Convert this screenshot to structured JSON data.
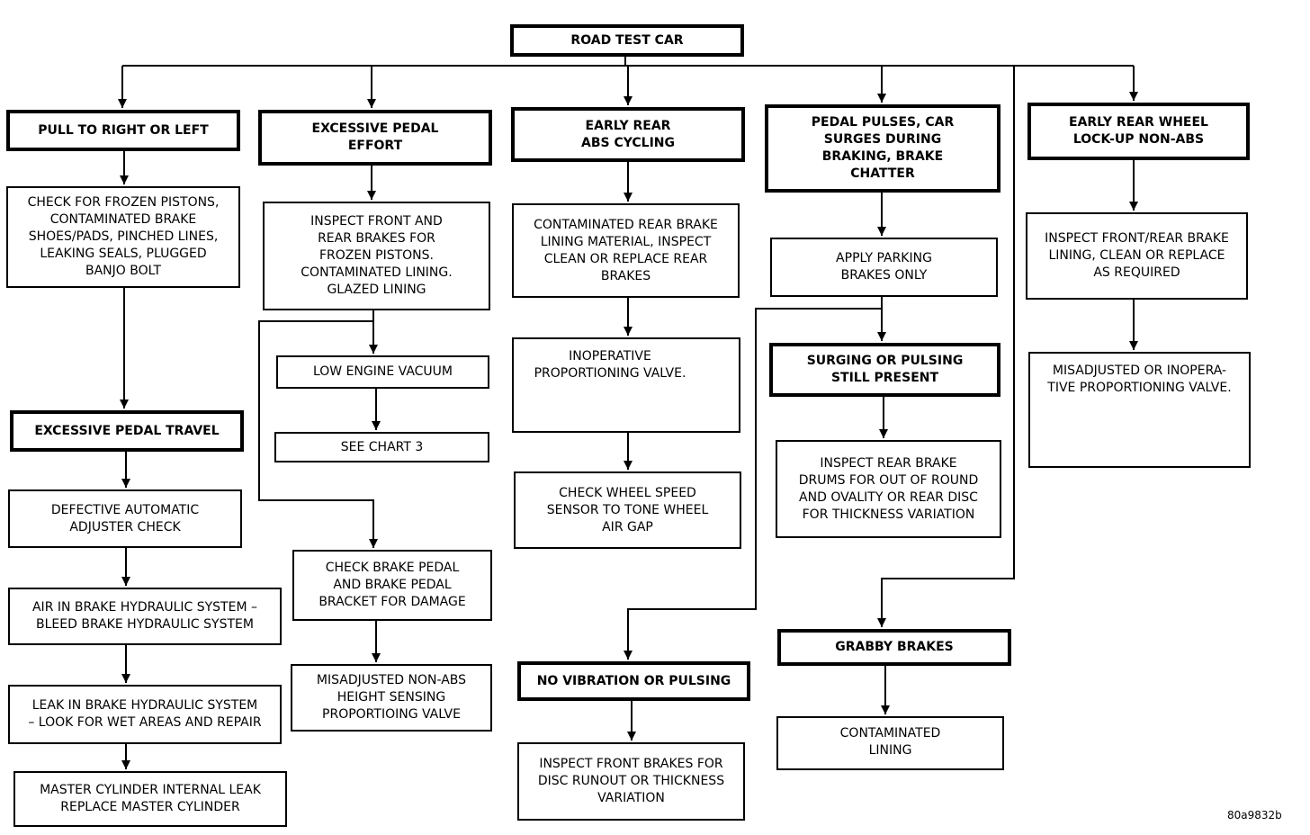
{
  "nodes": {
    "road_test_car": "ROAD TEST CAR",
    "pull_to_right_or_left": "PULL TO RIGHT OR LEFT",
    "excessive_pedal_effort": "EXCESSIVE PEDAL\nEFFORT",
    "early_rear_abs_cycling": "EARLY REAR\nABS CYCLING",
    "pedal_pulses": "PEDAL PULSES, CAR\nSURGES DURING\nBRAKING, BRAKE\nCHATTER",
    "early_rear_wheel_lockup": "EARLY REAR WHEEL\nLOCK-UP NON-ABS",
    "check_frozen_pistons": "CHECK FOR FROZEN PISTONS,\nCONTAMINATED BRAKE\nSHOES/PADS, PINCHED LINES,\nLEAKING SEALS, PLUGGED\nBANJO BOLT",
    "excessive_pedal_travel": "EXCESSIVE PEDAL TRAVEL",
    "defective_auto_adjuster": "DEFECTIVE AUTOMATIC\nADJUSTER CHECK",
    "air_in_brake_system": "AIR IN BRAKE HYDRAULIC SYSTEM –\nBLEED BRAKE HYDRAULIC SYSTEM",
    "leak_in_brake_system": "LEAK IN BRAKE HYDRAULIC SYSTEM\n– LOOK FOR WET AREAS AND REPAIR",
    "master_cylinder_leak": "MASTER CYLINDER INTERNAL LEAK\nREPLACE MASTER CYLINDER",
    "inspect_front_rear_brakes": "INSPECT FRONT AND\nREAR  BRAKES FOR\nFROZEN PISTONS.\nCONTAMINATED LINING.\nGLAZED LINING",
    "low_engine_vacuum": "LOW ENGINE VACUUM",
    "see_chart_3": "SEE CHART 3",
    "check_brake_pedal": "CHECK BRAKE PEDAL\nAND BRAKE PEDAL\nBRACKET FOR DAMAGE",
    "misadjusted_non_abs": "MISADJUSTED NON-ABS\nHEIGHT SENSING\nPROPORTIOING VALVE",
    "contaminated_rear_lining": "CONTAMINATED REAR BRAKE\nLINING MATERIAL, INSPECT\nCLEAN OR REPLACE REAR\nBRAKES",
    "inoperative_prop_valve": "INOPERATIVE\nPROPORTIONING VALVE.",
    "check_wheel_speed_sensor": "CHECK WHEEL SPEED\nSENSOR TO TONE WHEEL\nAIR GAP",
    "no_vibration_or_pulsing": "NO VIBRATION OR PULSING",
    "inspect_front_disc_runout": "INSPECT FRONT BRAKES FOR\nDISC RUNOUT OR THICKNESS\nVARIATION",
    "apply_parking_brakes": "APPLY PARKING\nBRAKES ONLY",
    "surging_still_present": "SURGING OR PULSING\nSTILL PRESENT",
    "inspect_rear_drums": "INSPECT REAR BRAKE\nDRUMS FOR OUT OF ROUND\nAND OVALITY OR REAR DISC\nFOR THICKNESS VARIATION",
    "grabby_brakes": "GRABBY BRAKES",
    "contaminated_lining": "CONTAMINATED\nLINING",
    "inspect_front_rear_lining": "INSPECT FRONT/REAR BRAKE\nLINING, CLEAN OR REPLACE\nAS REQUIRED",
    "misadjusted_inoperative_valve": "MISADJUSTED OR INOPERA-\nTIVE PROPORTIONING VALVE."
  },
  "reference_code": "80a9832b"
}
